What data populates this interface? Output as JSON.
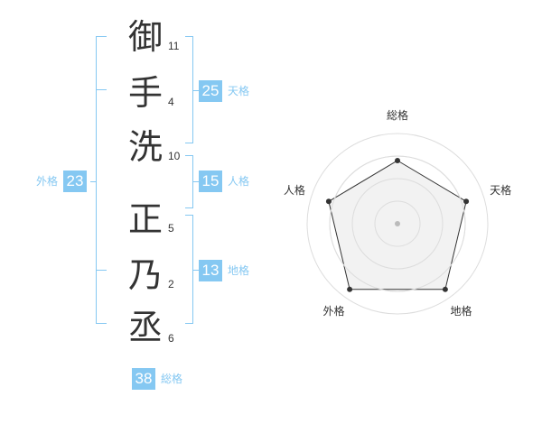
{
  "name": {
    "characters": [
      {
        "char": "御",
        "strokes": "11"
      },
      {
        "char": "手",
        "strokes": "4"
      },
      {
        "char": "洗",
        "strokes": "10"
      },
      {
        "char": "正",
        "strokes": "5"
      },
      {
        "char": "乃",
        "strokes": "2"
      },
      {
        "char": "丞",
        "strokes": "6"
      }
    ]
  },
  "fortunes": {
    "tenkaku": {
      "value": "25",
      "label": "天格"
    },
    "jinkaku": {
      "value": "15",
      "label": "人格"
    },
    "chikaku": {
      "value": "13",
      "label": "地格"
    },
    "gaikaku": {
      "value": "23",
      "label": "外格"
    },
    "soukaku": {
      "value": "38",
      "label": "総格"
    }
  },
  "chart_data": {
    "type": "radar",
    "axes": [
      "総格",
      "天格",
      "地格",
      "外格",
      "人格"
    ],
    "values": [
      0.7,
      0.8,
      0.9,
      0.9,
      0.8
    ],
    "rings": 4,
    "colors": {
      "fill": "#f0f0f0",
      "ring": "#dddddd",
      "line": "#333333",
      "dot": "#333333",
      "center": "#bbbbbb"
    }
  }
}
